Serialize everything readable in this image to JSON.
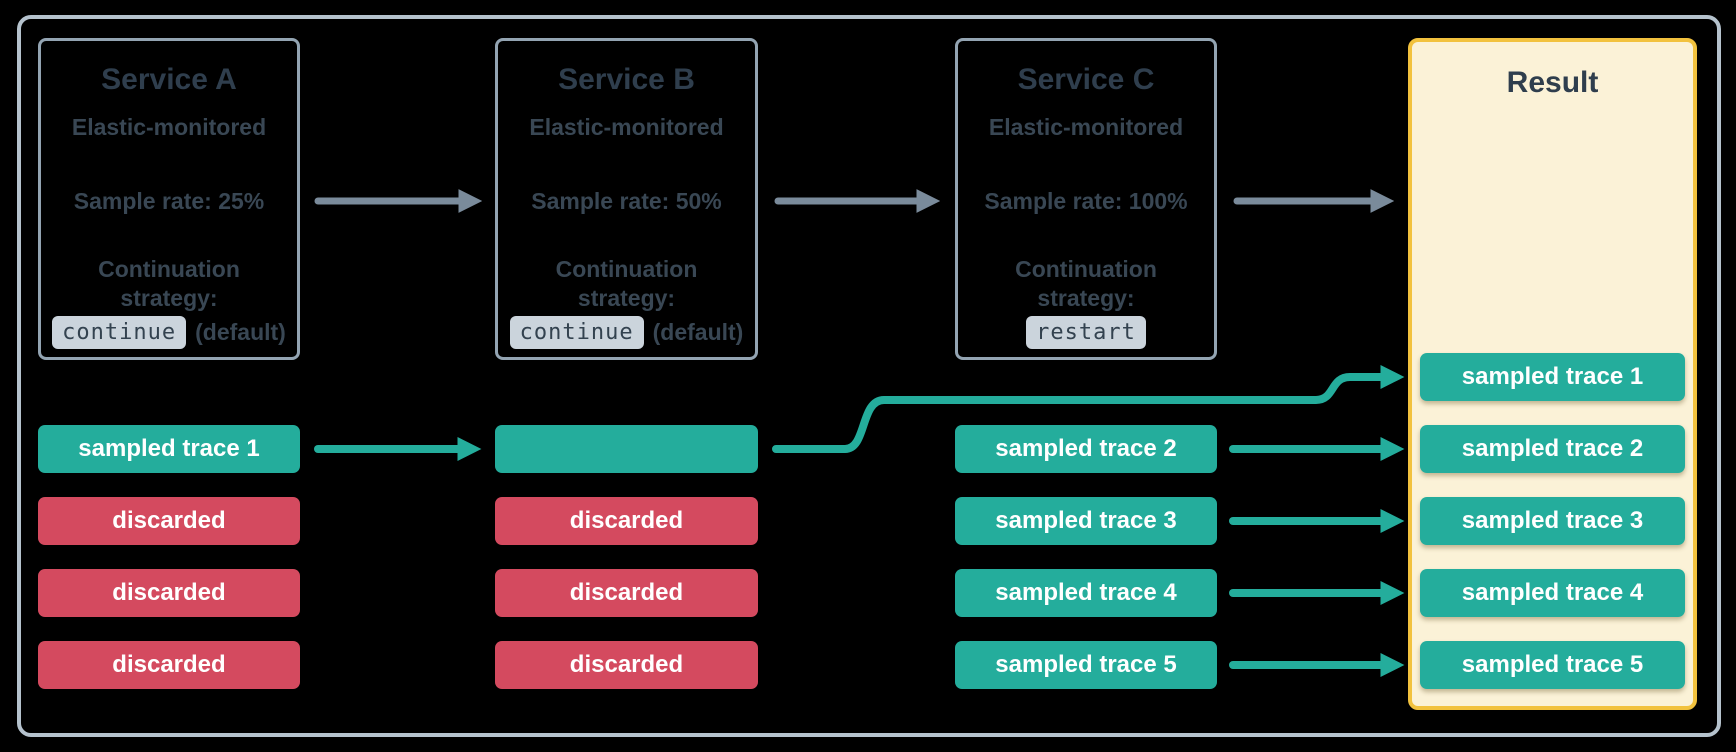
{
  "services": [
    {
      "title": "Service A",
      "monitored": "Elastic-monitored",
      "sample_rate": "Sample rate: 25%",
      "strategy_label": "Continuation strategy:",
      "strategy_code": "continue",
      "strategy_suffix": "(default)"
    },
    {
      "title": "Service B",
      "monitored": "Elastic-monitored",
      "sample_rate": "Sample rate: 50%",
      "strategy_label": "Continuation strategy:",
      "strategy_code": "continue",
      "strategy_suffix": "(default)"
    },
    {
      "title": "Service C",
      "monitored": "Elastic-monitored",
      "sample_rate": "Sample rate: 100%",
      "strategy_label": "Continuation strategy:",
      "strategy_code": "restart",
      "strategy_suffix": ""
    }
  ],
  "result": {
    "title": "Result",
    "rows": [
      "sampled trace 1",
      "sampled trace 2",
      "sampled trace 3",
      "sampled trace 4",
      "sampled trace 5"
    ]
  },
  "traces": {
    "service_a": [
      "sampled trace 1",
      "discarded",
      "discarded",
      "discarded"
    ],
    "service_b": [
      "",
      "discarded",
      "discarded",
      "discarded"
    ],
    "service_c": [
      "sampled trace 2",
      "sampled trace 3",
      "sampled trace 4",
      "sampled trace 5"
    ]
  },
  "colors": {
    "sampled_teal": "#24ad9c",
    "discarded_red": "#d44a5f",
    "result_background": "#fbf2d7",
    "result_border": "#f2c23e",
    "service_border": "#93a4b2",
    "canvas_border": "#b5c2cd",
    "flow_arrow_gray": "#7a8b9b",
    "text_title": "#2f3e4d",
    "text_body": "#3e4e5c",
    "code_chip_background": "#cbd4dc"
  }
}
